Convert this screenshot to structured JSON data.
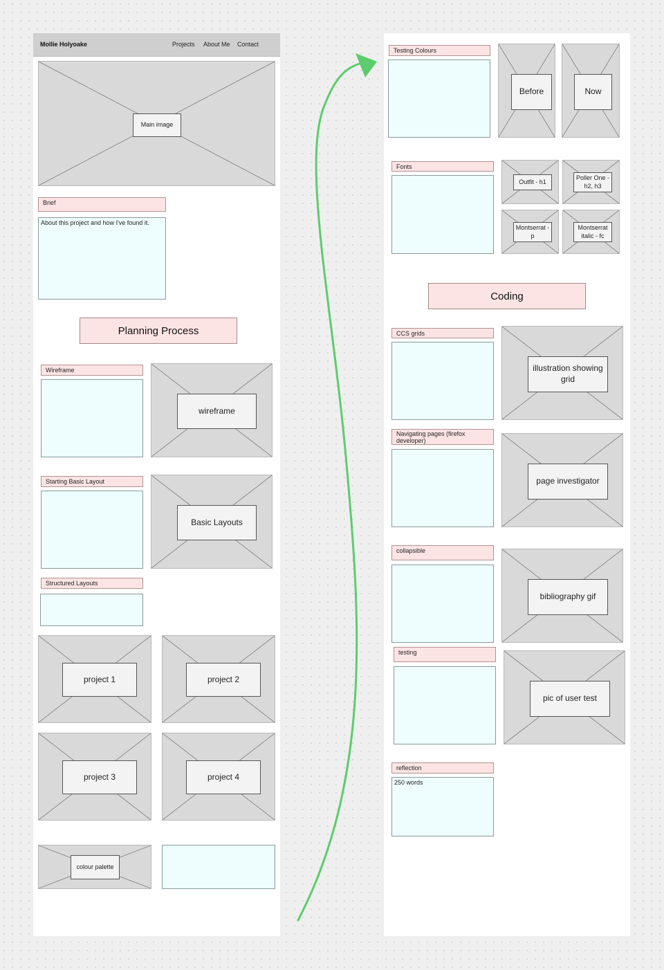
{
  "nav": {
    "brand": "Mollie Holyoake",
    "links": [
      "Projects",
      "About Me",
      "Contact"
    ]
  },
  "left": {
    "main_image": "Main image",
    "brief": {
      "tag": "Brief",
      "text": "About this project and how I've found it."
    },
    "planning_heading": "Planning Process",
    "wireframe": {
      "tag": "Wireframe",
      "image": "wireframe"
    },
    "starting_layout": {
      "tag": "Starting Basic Layout",
      "image": "Basic Layouts"
    },
    "structured_layouts": {
      "tag": "Structured Layouts"
    },
    "projects": [
      "project 1",
      "project 2",
      "project 3",
      "project 4"
    ],
    "colour_palette": "colour palette"
  },
  "right": {
    "testing_colours": {
      "tag": "Testing Colours",
      "before": "Before",
      "now": "Now"
    },
    "fonts": {
      "tag": "Fonts",
      "items": [
        "Outfit - h1",
        "Poller One - h2, h3",
        "Montserrat - p",
        "Montserrat italic - fc"
      ]
    },
    "coding_heading": "Coding",
    "ccs_grids": {
      "tag": "CCS grids",
      "image": "illustration showing grid"
    },
    "navigating": {
      "tag": "Navigating pages (firefox developer)",
      "image": "page investigator"
    },
    "collapsible": {
      "tag": "collapsible",
      "image": "bibliography gif"
    },
    "testing": {
      "tag": "testing",
      "image": "pic of user test"
    },
    "reflection": {
      "tag": "reflection",
      "text": "250 words"
    }
  },
  "colors": {
    "placeholder": "#d9d9d9",
    "tag": "#fde4e4",
    "textbox": "#eefdfd",
    "arrow": "#5ccc6c",
    "navbar": "#cfcfcf"
  }
}
